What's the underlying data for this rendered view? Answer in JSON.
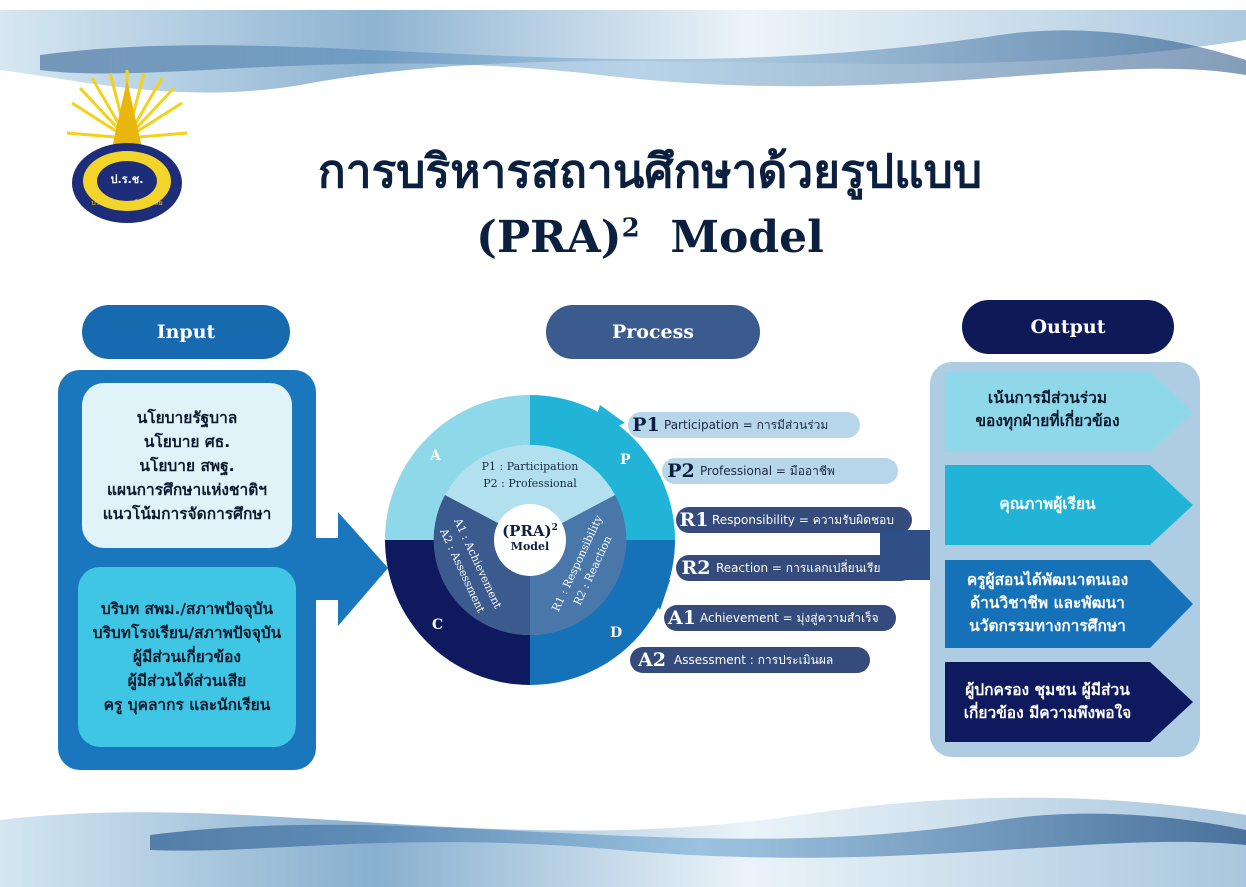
{
  "title": {
    "line1": "การบริหารสถานศึกษาด้วยรูปแบบ",
    "line2": "(PRA)",
    "line2_sup": "2",
    "line2_suffix": "Model"
  },
  "logo": {
    "text": "ป.ร.ช.",
    "ring_text": "ปรินส์รอยแยลส์วิทยาลัย"
  },
  "input": {
    "header": "Input",
    "box1": [
      "นโยบายรัฐบาล",
      "นโยบาย ศธ.",
      "นโยบาย สพฐ.",
      "แผนการศึกษาแห่งชาติฯ",
      "แนวโน้มการจัดการศึกษา"
    ],
    "box2": [
      "บริบท สพม./สภาพปัจจุบัน",
      "บริบทโรงเรียน/สภาพปัจจุบัน",
      "ผู้มีส่วนเกี่ยวข้อง",
      "ผู้มีส่วนได้ส่วนเสีย",
      "ครู บุคลากร และนักเรียน"
    ]
  },
  "process": {
    "header": "Process",
    "center_main": "(PRA)",
    "center_sup": "2",
    "center_sub": "Model",
    "top_inner": [
      "P1 : Participation",
      "P2 : Professional"
    ],
    "left_inner": [
      "A1 : Achievement",
      "A2 : Assessment"
    ],
    "right_inner": [
      "R1 : Responsibility",
      "R2 : Reaction"
    ],
    "quadrants": {
      "a": "A",
      "p": "P",
      "c": "C",
      "d": "D"
    },
    "items": [
      {
        "code": "P1",
        "label": "Participation = การมีส่วนร่วม"
      },
      {
        "code": "P2",
        "label": "Professional = มืออาชีพ"
      },
      {
        "code": "R1",
        "label": "Responsibility = ความรับผิดชอบ"
      },
      {
        "code": "R2",
        "label": "Reaction = การแลกเปลี่ยนเรียนรู้"
      },
      {
        "code": "A1",
        "label": "Achievement = มุ่งสู่ความสำเร็จ"
      },
      {
        "code": "A2",
        "label": "Assessment : การประเมินผล"
      }
    ]
  },
  "output": {
    "header": "Output",
    "items": [
      [
        "เน้นการมีส่วนร่วม",
        "ของทุกฝ่ายที่เกี่ยวข้อง"
      ],
      [
        "คุณภาพผู้เรียน"
      ],
      [
        "ครูผู้สอนได้พัฒนาตนเอง",
        "ด้านวิชาชีพ และพัฒนา",
        "นวัตกรรมทางการศึกษา"
      ],
      [
        "ผู้ปกครอง ชุมชน ผู้มีส่วน",
        "เกี่ยวข้อง มีความพึงพอใจ"
      ]
    ]
  },
  "colors": {
    "navy": "#0f1a5e",
    "royal": "#1672b8",
    "light_cyan": "#8fd8ea",
    "cyan": "#22b4d6",
    "panel_blue": "#1a77bd"
  }
}
